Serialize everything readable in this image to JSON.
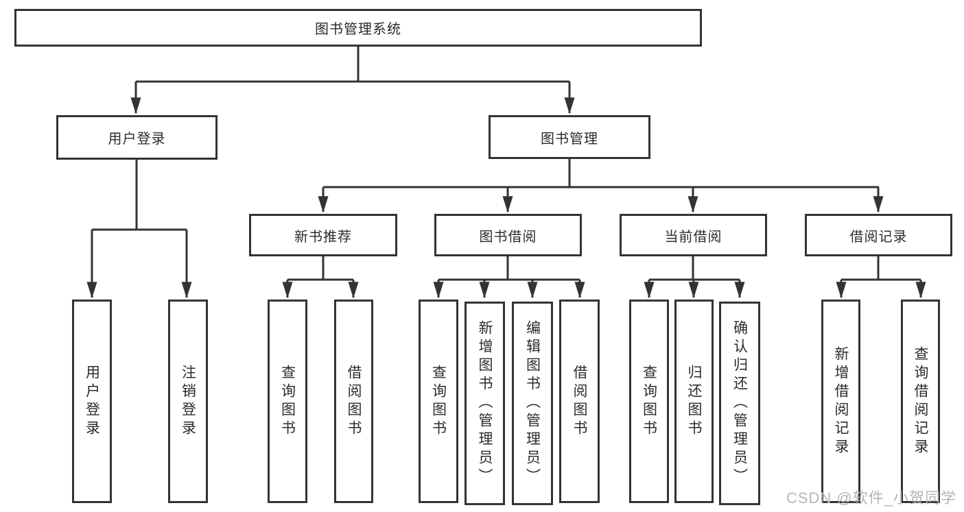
{
  "diagram": {
    "type": "hierarchy-tree",
    "colors": {
      "line": "#333333",
      "box_border": "#333333",
      "background": "#ffffff",
      "watermark": "#b5b5b5"
    },
    "tree": {
      "label": "图书管理系统",
      "children": [
        {
          "label": "用户登录",
          "children": [
            {
              "label": "用户登录"
            },
            {
              "label": "注销登录"
            }
          ]
        },
        {
          "label": "图书管理",
          "children": [
            {
              "label": "新书推荐",
              "children": [
                {
                  "label": "查询图书"
                },
                {
                  "label": "借阅图书"
                }
              ]
            },
            {
              "label": "图书借阅",
              "children": [
                {
                  "label": "查询图书"
                },
                {
                  "label": "新增图书（管理员）"
                },
                {
                  "label": "编辑图书（管理员）"
                },
                {
                  "label": "借阅图书"
                }
              ]
            },
            {
              "label": "当前借阅",
              "children": [
                {
                  "label": "查询图书"
                },
                {
                  "label": "归还图书"
                },
                {
                  "label": "确认归还（管理员）"
                }
              ]
            },
            {
              "label": "借阅记录",
              "children": [
                {
                  "label": "新增借阅记录"
                },
                {
                  "label": "查询借阅记录"
                }
              ]
            }
          ]
        }
      ]
    }
  },
  "watermark": {
    "text": "CSDN @软件_小贺同学"
  }
}
